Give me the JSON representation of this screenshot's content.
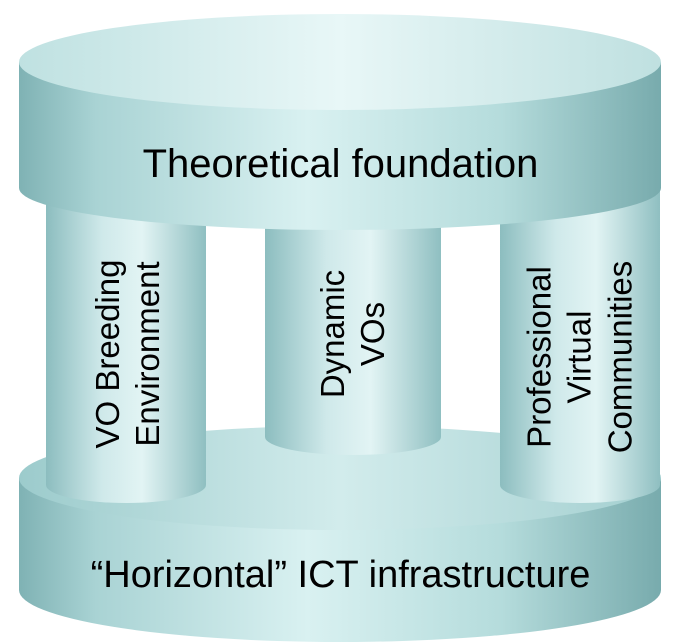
{
  "top_platform": {
    "label": "Theoretical foundation"
  },
  "pillars": [
    {
      "lines": [
        "VO Breeding",
        "Environment"
      ]
    },
    {
      "lines": [
        "Dynamic",
        "VOs"
      ]
    },
    {
      "lines": [
        "Professional",
        "Virtual",
        "Communities"
      ]
    }
  ],
  "base_platform": {
    "label": "“Horizontal” ICT infrastructure"
  },
  "colors": {
    "surface": "#b6dcdc",
    "surface_light": "#e6f6f6",
    "surface_dark": "#6fa4a6",
    "text": "#000000"
  }
}
